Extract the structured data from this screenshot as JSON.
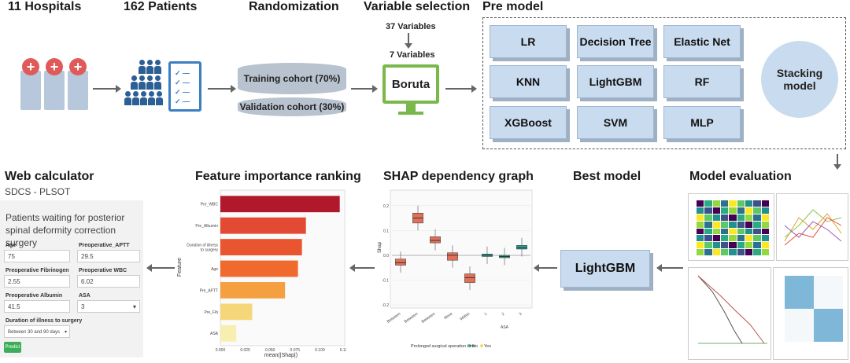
{
  "steps": {
    "hospitals": "11 Hospitals",
    "patients": "162 Patients",
    "randomization": "Randomization",
    "variable_selection": "Variable selection",
    "pre_model": "Pre model",
    "web_calculator": "Web calculator",
    "feature_importance": "Feature importance ranking",
    "shap_dependency": "SHAP dependency graph",
    "best_model": "Best model",
    "model_evaluation": "Model evaluation"
  },
  "randomization": {
    "training": "Training cohort (70%)",
    "validation": "Validation cohort (30%)"
  },
  "variable_selection": {
    "initial": "37 Variables",
    "selected": "7 Variables",
    "method": "Boruta"
  },
  "pre_models": [
    "LR",
    "Decision Tree",
    "Elastic Net",
    "KNN",
    "LightGBM",
    "RF",
    "XGBoost",
    "SVM",
    "MLP"
  ],
  "stacking": "Stacking model",
  "best_model": "LightGBM",
  "calculator": {
    "subtitle": "SDCS - PLSOT",
    "heading": "Patients waiting for posterior spinal deformity correction surgery",
    "fields": [
      {
        "label": "Age",
        "value": "75"
      },
      {
        "label": "Preoperative_APTT",
        "value": "29.5"
      },
      {
        "label": "Preoperative Fibrinogen",
        "value": "2.55"
      },
      {
        "label": "Preoperative WBC",
        "value": "6.02"
      },
      {
        "label": "Preoperative Albumin",
        "value": "41.5"
      },
      {
        "label": "ASA",
        "value": "3"
      },
      {
        "label": "Duration of illness to surgery",
        "value": "Between 30 and 90 days"
      }
    ],
    "predict": "Predict"
  },
  "chart_data": [
    {
      "type": "bar",
      "orientation": "horizontal",
      "categories": [
        "Pre_WBC",
        "Pre_Albumin",
        "Duration of illness to surgery",
        "Age",
        "Pre_APTT",
        "Pre_Fib",
        "ASA"
      ],
      "values": [
        0.12,
        0.086,
        0.082,
        0.078,
        0.065,
        0.032,
        0.016
      ],
      "colors": [
        "#b2182b",
        "#e34a33",
        "#e8552f",
        "#f06a2e",
        "#f5a040",
        "#f5d77a",
        "#f7efb0"
      ],
      "xlabel": "mean(|Shap|)",
      "ylabel": "Feature",
      "xlim": [
        0,
        0.125
      ],
      "xticks": [
        "0.000",
        "0.025",
        "0.050",
        "0.075",
        "0.100",
        "0.125"
      ]
    },
    {
      "type": "box",
      "ylabel": "Shap",
      "ylim": [
        -0.2,
        0.25
      ],
      "yticks": [
        "0.2",
        "0.1",
        "0.0",
        "-0.1",
        "-0.2"
      ],
      "boxes": [
        {
          "group": "Prolonged",
          "q1": -0.04,
          "median": -0.03,
          "q3": -0.015,
          "color": "#e0705a"
        },
        {
          "group": "Prolonged",
          "q1": 0.13,
          "median": 0.15,
          "q3": 0.17,
          "color": "#e0705a"
        },
        {
          "group": "Prolonged",
          "q1": 0.05,
          "median": 0.06,
          "q3": 0.075,
          "color": "#e0705a"
        },
        {
          "group": "Prolonged",
          "q1": -0.02,
          "median": 0.0,
          "q3": 0.01,
          "color": "#e0705a"
        },
        {
          "group": "Prolonged",
          "q1": -0.11,
          "median": -0.09,
          "q3": -0.075,
          "color": "#e0705a"
        },
        {
          "group": "ASA",
          "q1": -0.005,
          "median": 0.0,
          "q3": 0.005,
          "color": "#2a9d8f"
        },
        {
          "group": "ASA",
          "q1": -0.01,
          "median": -0.005,
          "q3": 0.0,
          "color": "#2a9d8f"
        },
        {
          "group": "ASA",
          "q1": 0.025,
          "median": 0.03,
          "q3": 0.04,
          "color": "#2a9d8f"
        }
      ],
      "xticks": [
        "Between",
        "Between",
        "Between",
        "More",
        "Within",
        "1",
        "2",
        "3"
      ],
      "xgroups": [
        "ASA"
      ],
      "xlabel": "Prolonged surgical operation time",
      "legend": [
        "No",
        "Yes"
      ]
    }
  ],
  "colors": {
    "box_fill": "#c9dbee",
    "arrow": "#666666",
    "boruta_green": "#79b84a",
    "cohort_fill": "#b8c3cf",
    "predict_btn": "#3cae5a"
  }
}
